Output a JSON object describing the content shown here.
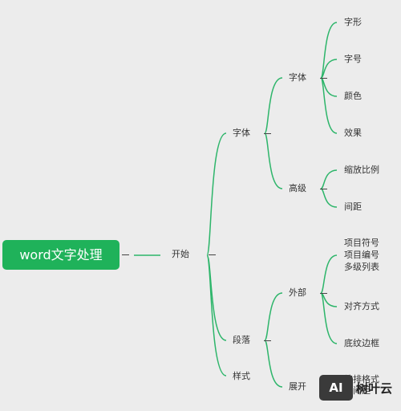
{
  "root": {
    "label": "word文字处理"
  },
  "nodes": {
    "start": "开始",
    "font": "字体",
    "paragraph": "段落",
    "style": "样式",
    "font_sub": "字体",
    "advanced": "高级",
    "glyph": "字形",
    "size": "字号",
    "color": "颜色",
    "effect": "效果",
    "scale": "缩放比例",
    "spacing": "间距",
    "external": "外部",
    "expand": "展开",
    "bullets": "项目符号",
    "numbering": "项目编号",
    "multilevel": "多级列表",
    "align": "对齐方式",
    "shading": "底纹边框",
    "format_painter": "编排格式",
    "line_spacing": "行间距"
  },
  "colors": {
    "branch": "#2db56a",
    "root_bg": "#1fb25a",
    "background": "#ececec"
  },
  "watermark": {
    "logo": "AI",
    "text": "树叶云"
  }
}
